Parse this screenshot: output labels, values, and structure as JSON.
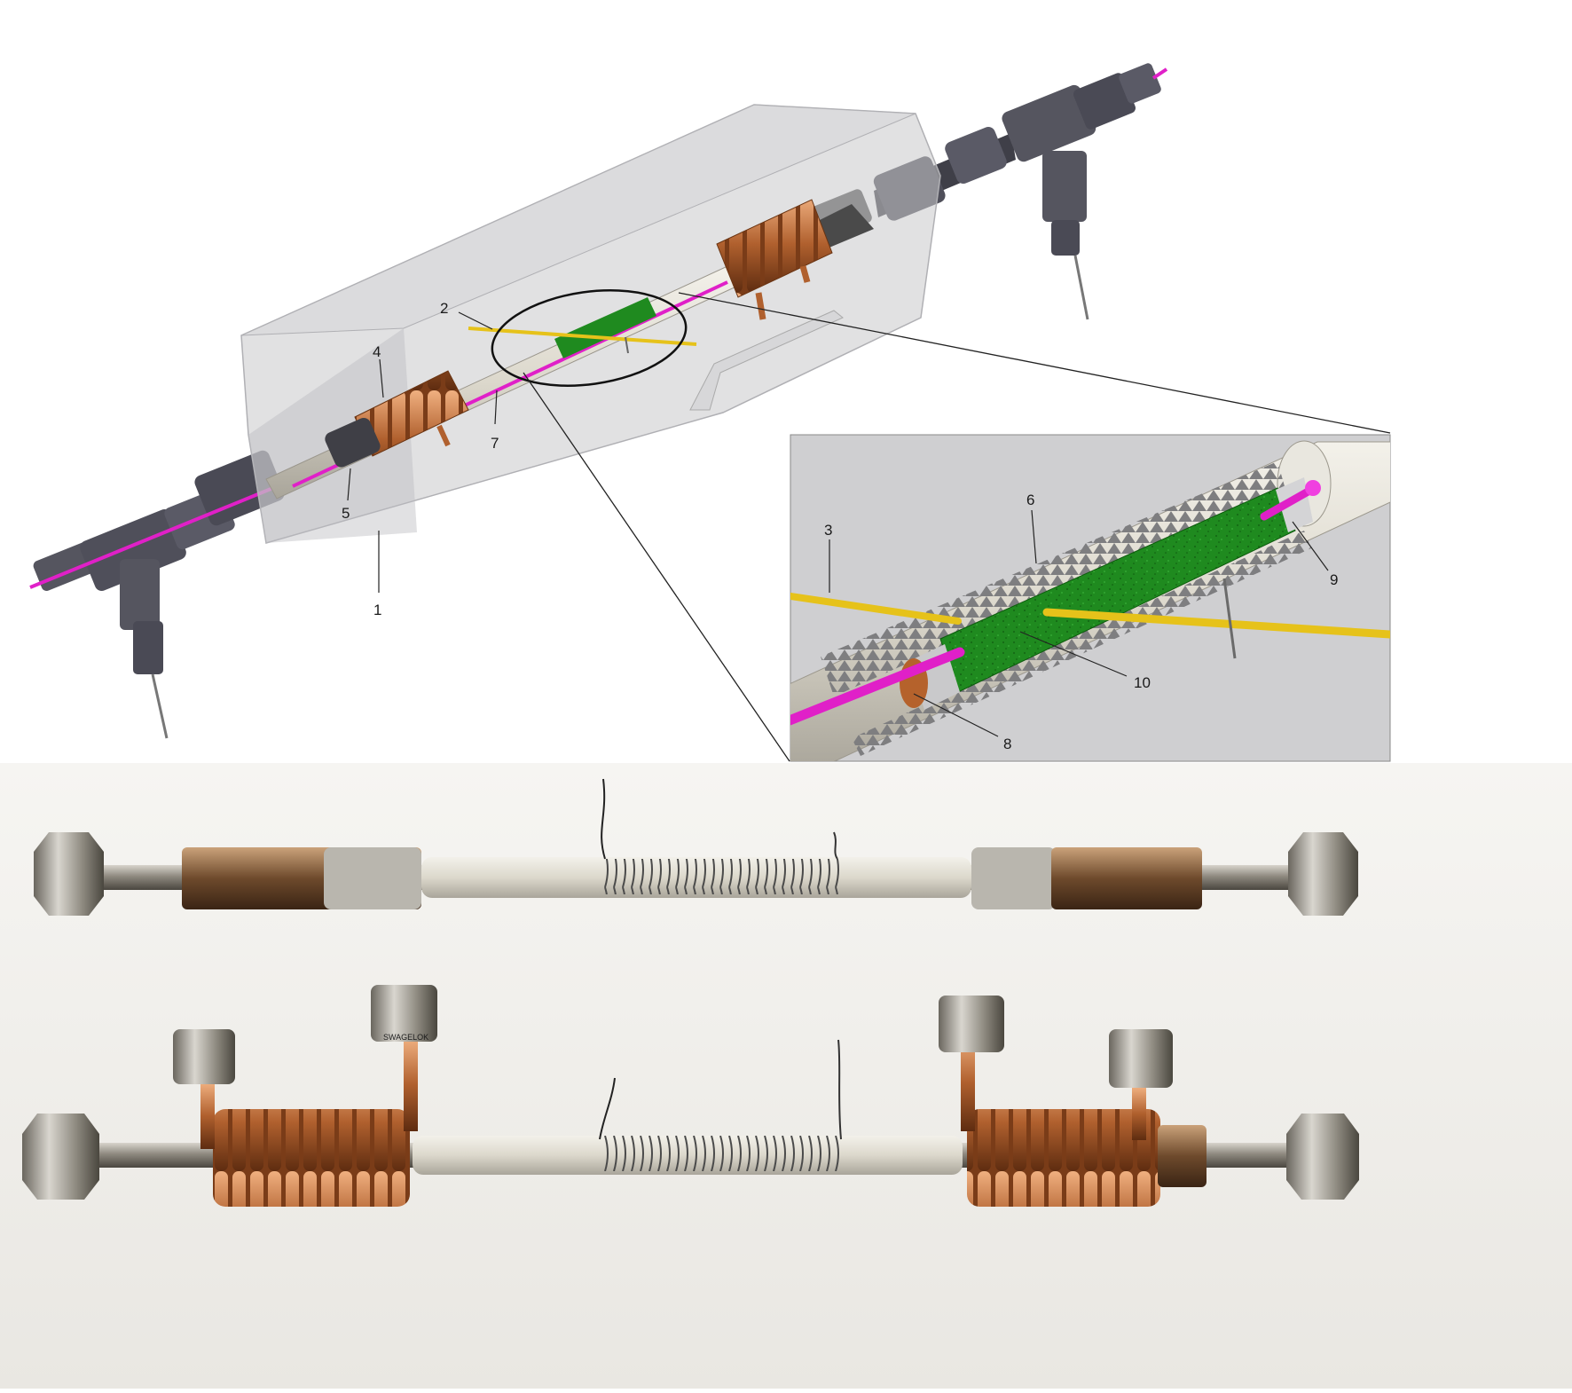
{
  "diagram": {
    "callouts": [
      {
        "id": "1",
        "text": "1"
      },
      {
        "id": "2",
        "text": "2"
      },
      {
        "id": "3",
        "text": "3"
      },
      {
        "id": "4",
        "text": "4"
      },
      {
        "id": "5",
        "text": "5"
      },
      {
        "id": "6",
        "text": "6"
      },
      {
        "id": "7",
        "text": "7"
      },
      {
        "id": "8",
        "text": "8"
      },
      {
        "id": "9",
        "text": "9"
      },
      {
        "id": "10",
        "text": "10"
      }
    ],
    "photo": {
      "fitting_marking": "SWAGELOK"
    },
    "colors": {
      "housing": "#c9c9cb",
      "tube": "#dedbd2",
      "fitting": "#4f4f59",
      "copper": "#b56a3a",
      "catalyst": "#1f8a1f",
      "probe": "#e020c8",
      "wire": "#e6c21a",
      "photo_background": "#f2f1ee"
    }
  }
}
